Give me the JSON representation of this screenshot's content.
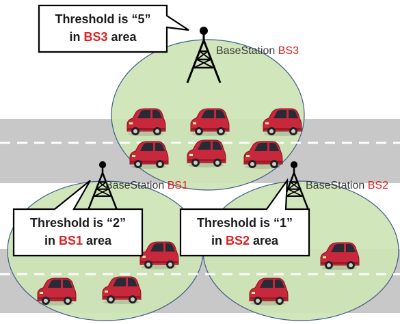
{
  "stations": [
    {
      "key": "bs3",
      "label": "BaseStation",
      "id": "BS3"
    },
    {
      "key": "bs1",
      "label": "BaseStation",
      "id": "BS1"
    },
    {
      "key": "bs2",
      "label": "BaseStation",
      "id": "BS2"
    }
  ],
  "callouts": [
    {
      "key": "bs3",
      "line1": "Threshold is “5”",
      "prefix": "in",
      "id": "BS3",
      "suffix": "area"
    },
    {
      "key": "bs1",
      "line1": "Threshold is “2”",
      "prefix": "in",
      "id": "BS1",
      "suffix": "area"
    },
    {
      "key": "bs2",
      "line1": "Threshold is “1”",
      "prefix": "in",
      "id": "BS2",
      "suffix": "area"
    }
  ],
  "colors": {
    "coverage_fill": "#cde4b4",
    "coverage_stroke": "#3d5a8c",
    "road": "#c8c8c8",
    "lane_marking": "#ffffff",
    "car_body": "#c8283c",
    "station_id": "#e02020"
  }
}
